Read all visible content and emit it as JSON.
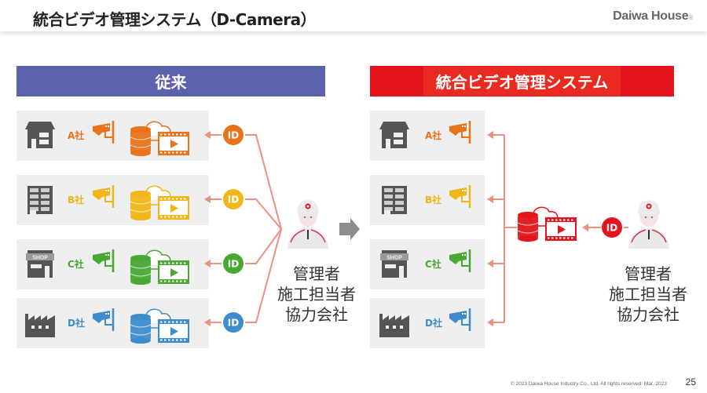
{
  "header": {
    "title": "統合ビデオ管理システム（D-Camera）",
    "logo": "Daiwa House",
    "logo_mark": "®"
  },
  "left_panel": {
    "banner": "従来",
    "rows": [
      {
        "company": "A社",
        "building": "house-icon",
        "color": "#e8731a"
      },
      {
        "company": "B社",
        "building": "apartment-icon",
        "color": "#f1b617"
      },
      {
        "company": "C社",
        "building": "shop-icon",
        "color": "#47a832"
      },
      {
        "company": "D社",
        "building": "factory-icon",
        "color": "#3f8ccc"
      }
    ],
    "id_label": "ID",
    "shop_sign": "SHOP",
    "person_lines": [
      "管理者",
      "施工担当者",
      "協力会社"
    ]
  },
  "right_panel": {
    "banner": "統合ビデオ管理システム",
    "rows": [
      {
        "company": "A社",
        "building": "house-icon",
        "color": "#e8731a"
      },
      {
        "company": "B社",
        "building": "apartment-icon",
        "color": "#f1b617"
      },
      {
        "company": "C社",
        "building": "shop-icon",
        "color": "#47a832"
      },
      {
        "company": "D社",
        "building": "factory-icon",
        "color": "#3f8ccc"
      }
    ],
    "id_label": "ID",
    "system_color": "#e3141b",
    "person_lines": [
      "管理者",
      "施工担当者",
      "協力会社"
    ]
  },
  "colors": {
    "connector": "#ef8f7f",
    "building": "#555555",
    "transition_arrow": "#8c8c8c"
  },
  "footer": {
    "copyright": "© 2023 Daiwa House Industry Co., Ltd. All rights reserved.  Mar. 2023",
    "page_number": "25"
  }
}
